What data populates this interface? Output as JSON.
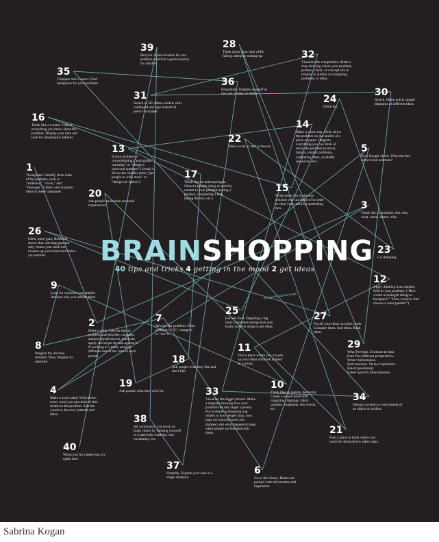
{
  "title": {
    "part1": "BRAIN",
    "part2": "SHOPPING"
  },
  "tagline": {
    "n1": "40",
    "t1": " tips and tricks ",
    "n2": "4",
    "t2": " getting in the mood ",
    "n3": "2",
    "t3": " get ideas"
  },
  "credit": "designed by sabrina kogan",
  "footer": "Sabrina Kogan",
  "colors": {
    "background": "#231f20",
    "accent": "#9fdbe2",
    "lines": "#6fa3a8"
  },
  "tips": [
    {
      "num": "1",
      "text": "Triangulate. Identify three sides of the problem, such as \"audience,\" \"voice,\" and \"message.\" Collect and organize ideas in these categories."
    },
    {
      "num": "2",
      "text": "Make a cube. Take an idea or problem and describe, compare, analyze (break down), associate, apply, and argue for and against it. If working in a team, assign a different side of the cube to each person."
    },
    {
      "num": "3",
      "text": "Think like a journalist. Ask who, what, when, where, why."
    },
    {
      "num": "4",
      "text": "Make a word salad. Write down every word you can think of that relates to the problem. Sort the words to discover patterns and ideas."
    },
    {
      "num": "5",
      "text": "Do a Google check. Who else has solved your problem?"
    },
    {
      "num": "6",
      "text": "Go to the library. Books are packed with information and inspiration."
    },
    {
      "num": "7",
      "text": "Reverse the problem. If the problem is \"X,\" change it to \"not X.\""
    },
    {
      "num": "8",
      "text": "Imagine the obvious solution. Now, imagine its opposite."
    },
    {
      "num": "9",
      "text": "Look for solutions you admire. Analyze why you admire them."
    },
    {
      "num": "10",
      "text": "Think like an interior decorator. Create a mood board with magazine clippings, fabric samples, snapshots, key words, etc."
    },
    {
      "num": "11",
      "text": "Find a place where you can pin up your ideas and look at them as a group."
    },
    {
      "num": "12",
      "text": "Apply thinking from another field to your problem. (\"How would a zoologist design a backpack?\" \"How would a chef choose a color palette?\")"
    },
    {
      "num": "13",
      "text": "If your problem is overwhelming (\"end global warming\" or \"design a universal typeface\"), break it down into smaller parts (\"get people to walk more\" or \"design six letters\")."
    },
    {
      "num": "14",
      "text": "Make a word map. Write down the problem on the middle of a piece of paper. Diagram everything you can think of about the problem (context, history, similar problems, competing ideas, available resources, etc)."
    },
    {
      "num": "15",
      "text": "Write down every obvious solution you can think of in order to clear your mind for something new."
    },
    {
      "num": "16",
      "text": "Think like a curator. Collect everything you know about the problem. Display your data and look for meaningful patterns."
    },
    {
      "num": "17",
      "text": "Think like an anthropologist. Observe people doing an activity related to your problem (using a product, completing a task, taking the bus, etc.)"
    },
    {
      "num": "18",
      "text": "Ask people what they like and don't like."
    },
    {
      "num": "19",
      "text": "Ask people what they wish for."
    },
    {
      "num": "20",
      "text": "Ask people about their personal experiences."
    },
    {
      "num": "21",
      "text": "Find a place to think where you won't be distracted by other tasks."
    },
    {
      "num": "22",
      "text": "Take a walk or take a shower."
    },
    {
      "num": "23",
      "text": "Go shopping."
    },
    {
      "num": "24",
      "text": "Drink tea."
    },
    {
      "num": "25",
      "text": "Eat less food. Digesting a big lunch consumes energy that your brain could be using to get ideas."
    },
    {
      "num": "26",
      "text": "Chew more gum. Research shows that chewing gum not only cleans your teeth but loosens up your mind and makes you smarter."
    },
    {
      "num": "27",
      "text": "Put all your ideas on index cards. Compare them. Sort them. Rank them."
    },
    {
      "num": "28",
      "text": "Think about your idea while falling asleep or waking up."
    },
    {
      "num": "29",
      "text": "Wear five hats. Evaluate an idea from five different perspectives. White=information. Red=emotion. Yellow=optimism. Black=pessimism. Green=growth. Blue=process"
    },
    {
      "num": "30",
      "text": "Sketch. Make quick, simple diagrams of different ideas."
    },
    {
      "num": "31",
      "text": "Sketch in 3D. Make models with cardboard and tape instead of pencil and paper."
    },
    {
      "num": "32",
      "text": "Visualize the competition. Make a map showing where your problem, product, client, or concept sits in relation to similar or competing problems or ideas."
    },
    {
      "num": "33",
      "text": "Visualize the bigger picture. Make a diagram showing how your problem fits into larger systems. For example, a shopping bag relates to how people shop, how bags are manufactured and shipped, and what happens to bags when people are finished with them."
    },
    {
      "num": "34",
      "text": "Design a system or tool instead of an object or artifact."
    },
    {
      "num": "35",
      "text": "Compare and connect. Find metaphors for your problem."
    },
    {
      "num": "36",
      "text": "Empathize. Imagine yourself as the user, reader, or client."
    },
    {
      "num": "37",
      "text": "Simplify. Explain your idea in a single sentence."
    },
    {
      "num": "38",
      "text": "Set constraints. Cut down on brain clutter by limiting yourself to a particular material, size, vocabulary, etc."
    },
    {
      "num": "39",
      "text": "Recycle. A bad solution for one problem could be a good solution for another."
    },
    {
      "num": "40",
      "text": "When you hit a dead-end, try again later"
    }
  ]
}
